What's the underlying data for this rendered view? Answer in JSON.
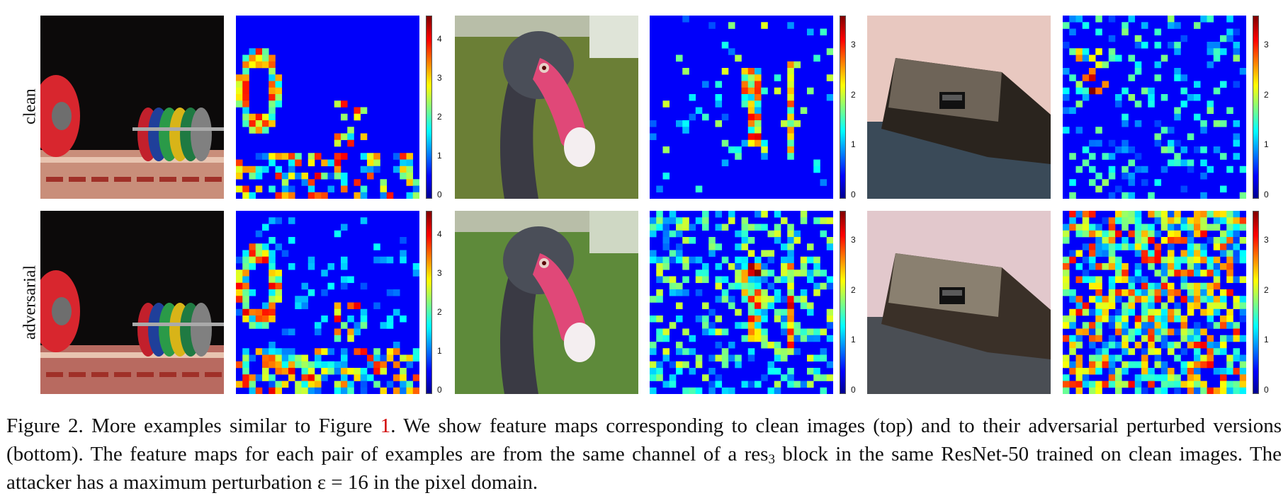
{
  "row_labels": {
    "top": "clean",
    "bottom": "adversarial"
  },
  "panels": [
    {
      "pair": 1,
      "photo_top": "barbell-weight-plates-photo",
      "photo_bottom": "barbell-weight-plates-photo-adversarial",
      "colorbar_ticks_top": [
        "4",
        "3",
        "2",
        "1",
        "0"
      ],
      "colorbar_ticks_bottom": [
        "4",
        "3",
        "2",
        "1",
        "0"
      ]
    },
    {
      "pair": 2,
      "photo_top": "black-swan-photo",
      "photo_bottom": "black-swan-photo-adversarial",
      "colorbar_ticks_top": [
        "3",
        "2",
        "1",
        "0"
      ],
      "colorbar_ticks_bottom": [
        "3",
        "2",
        "1",
        "0"
      ]
    },
    {
      "pair": 3,
      "photo_top": "object-with-slot-photo",
      "photo_bottom": "object-with-slot-photo-adversarial",
      "colorbar_ticks_top": [
        "3",
        "2",
        "1",
        "0"
      ],
      "colorbar_ticks_bottom": [
        "3",
        "2",
        "1",
        "0"
      ]
    }
  ],
  "caption": {
    "prefix": "Figure 2. More examples similar to Figure ",
    "ref": "1",
    "part2": ". We show feature maps corresponding to clean images (top) and to their adversarial perturbed versions (bottom). The feature maps for each pair of examples are from the same channel of a res",
    "sub": "3",
    "part3": " block in the same ResNet-50 trained on clean images. The attacker has a maximum perturbation ",
    "epsilon": "ε = 16",
    "part4": " in the pixel domain."
  }
}
